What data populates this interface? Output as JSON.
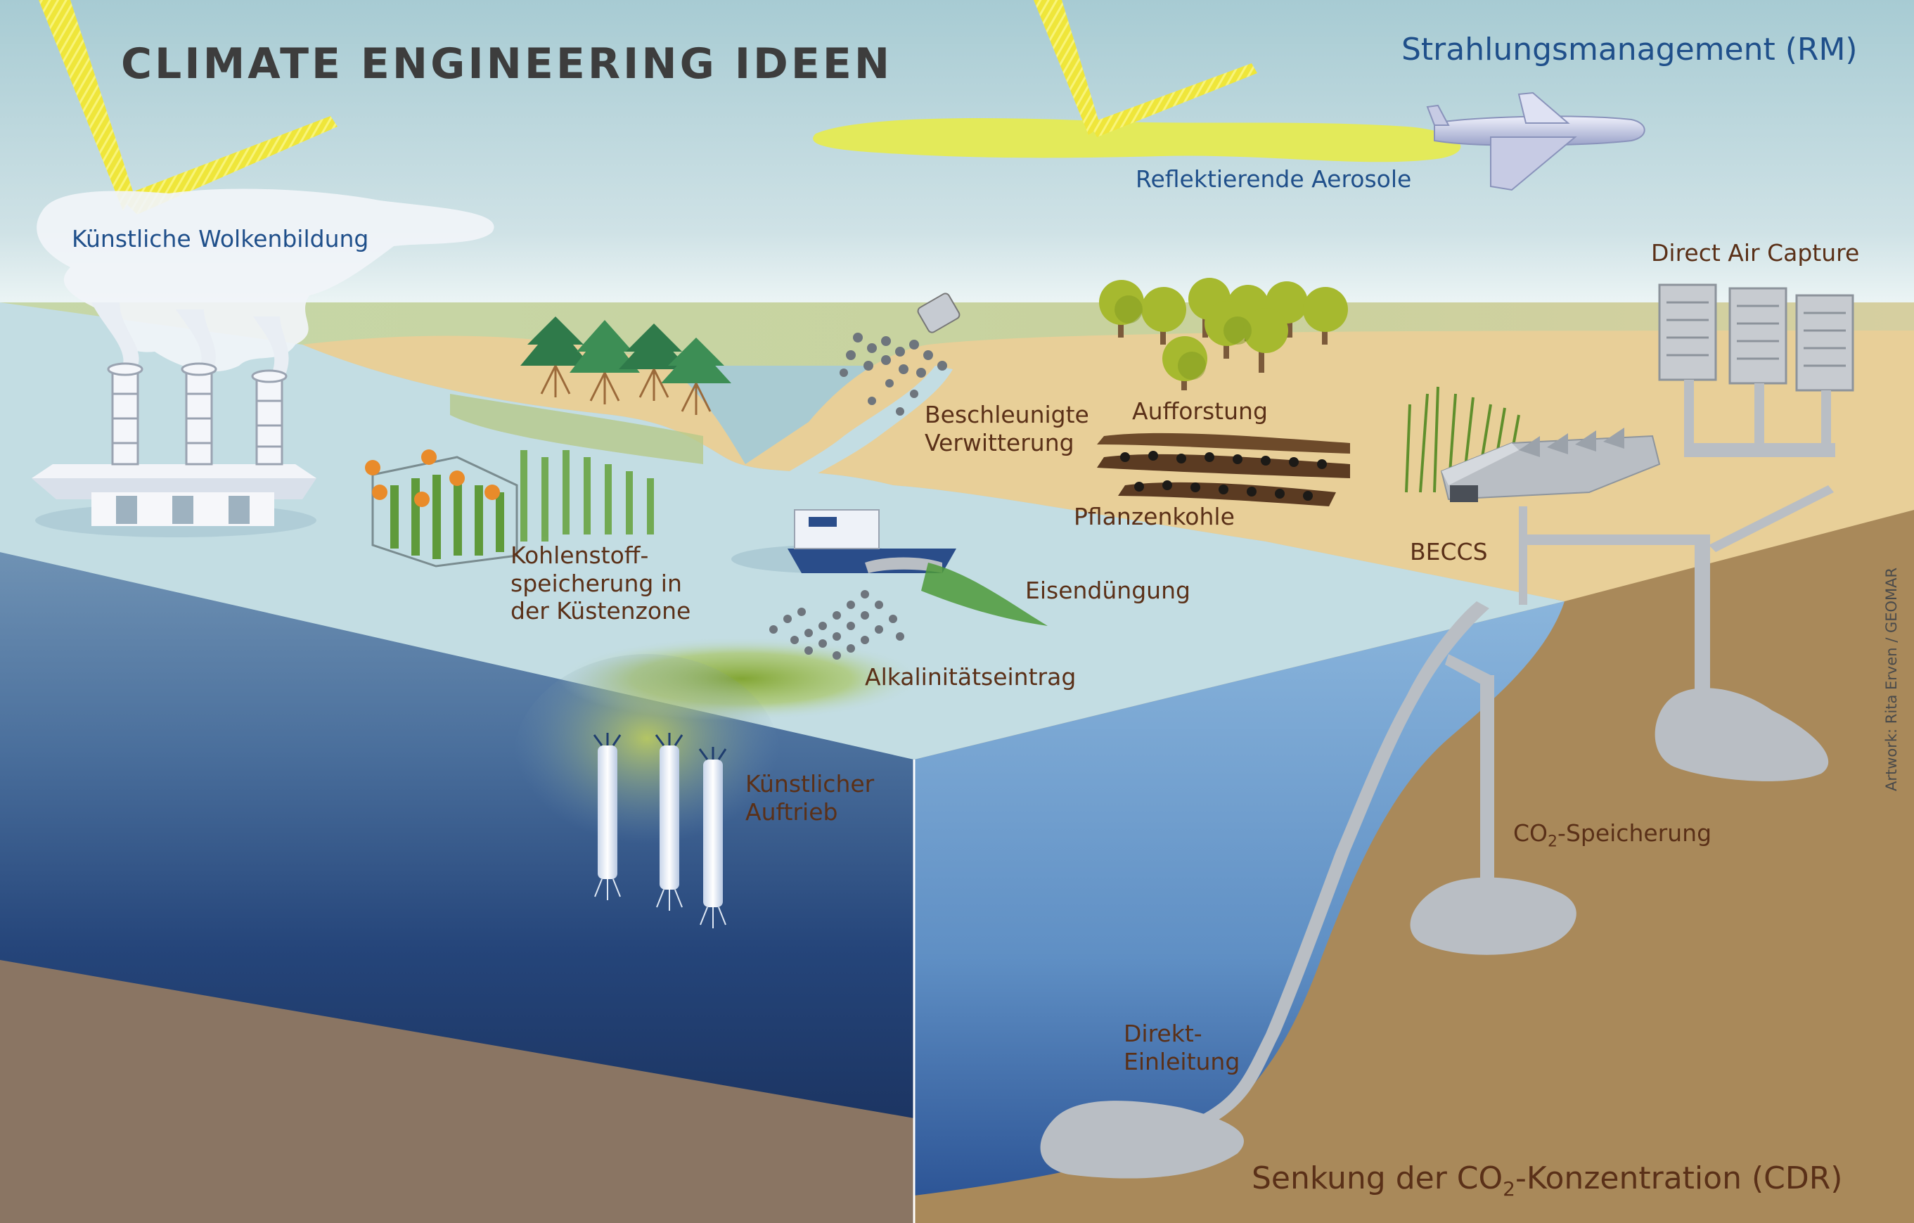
{
  "title": "CLIMATE ENGINEERING IDEEN",
  "sections": {
    "rm": "Strahlungsmanagement (RM)",
    "cdr_prefix": "Senkung der CO",
    "cdr_sub": "2",
    "cdr_suffix": "-Konzentration (CDR)"
  },
  "labels": {
    "cloud": "Künstliche Wolkenbildung",
    "aerosol": "Reflektierende Aerosole",
    "dac": "Direct Air Capture",
    "weathering_1": "Beschleunigte",
    "weathering_2": "Verwitterung",
    "afforestation": "Aufforstung",
    "biochar": "Pflanzenkohle",
    "coastal_1": "Kohlenstoff-",
    "coastal_2": "speicherung in",
    "coastal_3": "der Küstenzone",
    "beccs": "BECCS",
    "iron": "Eisendüngung",
    "alkalinity": "Alkalinitätseintrag",
    "upwelling_1": "Künstlicher",
    "upwelling_2": "Auftrieb",
    "storage_prefix": "CO",
    "storage_sub": "2",
    "storage_suffix": "-Speicherung",
    "direct_1": "Direkt-",
    "direct_2": "Einleitung"
  },
  "credit": "Artwork: Rita Erven / GEOMAR",
  "colors": {
    "sky": "#a9cbd2",
    "ocean_surface": "#c3dde3",
    "ocean_deep": "#1f3d6e",
    "ocean_side": "#6b9fcf",
    "land": "#e8cf98",
    "soil": "#a9895a",
    "seafloor": "#8a7563",
    "sun_beam": "#f2ea3a",
    "aerosol": "#e6ea5c",
    "grey_structure": "#b9bec4"
  }
}
